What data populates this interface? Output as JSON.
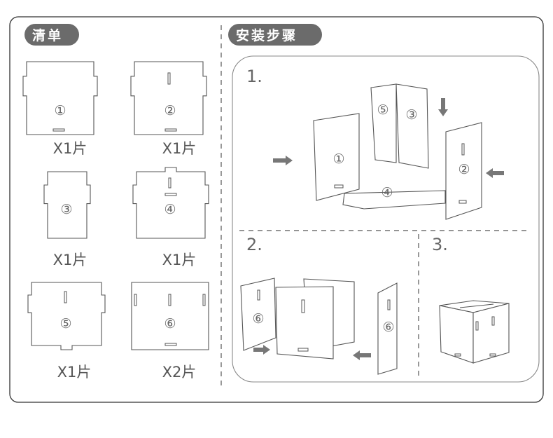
{
  "parts_list": {
    "title": "清单",
    "parts": [
      {
        "number": "①",
        "quantity": "X1片"
      },
      {
        "number": "②",
        "quantity": "X1片"
      },
      {
        "number": "③",
        "quantity": "X1片"
      },
      {
        "number": "④",
        "quantity": "X1片"
      },
      {
        "number": "⑤",
        "quantity": "X1片"
      },
      {
        "number": "⑥",
        "quantity": "X2片"
      }
    ]
  },
  "steps_section": {
    "title": "安装步骤",
    "steps": [
      {
        "label": "1.",
        "part_labels": [
          "⑤",
          "③",
          "①",
          "②",
          "④"
        ]
      },
      {
        "label": "2.",
        "part_labels": [
          "⑥",
          "⑥"
        ]
      },
      {
        "label": "3."
      }
    ]
  },
  "colors": {
    "line": "#555555",
    "pill": "#6b6b6b"
  }
}
